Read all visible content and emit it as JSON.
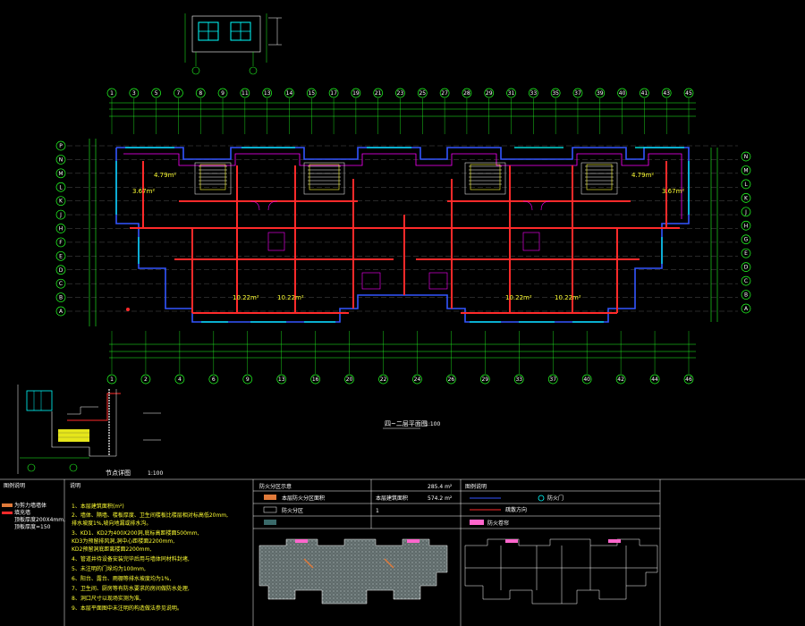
{
  "plan": {
    "title": "四~二层平面图",
    "scale": "1:100",
    "grid_top": [
      "1",
      "3",
      "5",
      "7",
      "8",
      "9",
      "11",
      "13",
      "14",
      "15",
      "17",
      "19",
      "21",
      "23",
      "25",
      "27",
      "28",
      "29",
      "31",
      "33",
      "35",
      "37",
      "39",
      "40",
      "41",
      "43",
      "45"
    ],
    "grid_bottom": [
      "1",
      "2",
      "4",
      "6",
      "9",
      "13",
      "16",
      "20",
      "22",
      "24",
      "26",
      "29",
      "33",
      "37",
      "40",
      "42",
      "44",
      "46"
    ],
    "grid_rows_left": [
      "P",
      "N",
      "M",
      "L",
      "K",
      "J",
      "H",
      "F",
      "E",
      "D",
      "C",
      "B",
      "A"
    ],
    "grid_rows_right": [
      "N",
      "M",
      "L",
      "K",
      "J",
      "H",
      "G",
      "E",
      "D",
      "C",
      "B",
      "A"
    ],
    "area_labels": [
      "4.79m²",
      "3.67m²",
      "4.79m²",
      "3.67m²",
      "10.22m²",
      "10.22m²",
      "10.22m²",
      "10.22m²"
    ]
  },
  "section": {
    "title": "节点详图",
    "scale": "1:100"
  },
  "notes": {
    "header": "说明",
    "left_header": "图例说明",
    "legend_left": [
      "为剪力墙墙体",
      "填充墙",
      "顶板厚度200X4mm,",
      "顶板厚度=150"
    ],
    "lines": [
      "1、本层建筑面积(m²)",
      "2、墙体、隔墙、楼板厚度、卫生间楼板比楼层相对标高低20mm,",
      "   排水坡度1%,坡向地漏或排水沟。",
      "3、KD1、KD2为400X200洞,底标高距楼面500mm,",
      "   KD3为预留排风洞,洞中心距楼面2200mm,",
      "   KD2预留洞底距离楼面2200mm,",
      "4、管道井待设备安装完毕后用与墙体同材料封堵,",
      "5、未注明的门垛均为100mm,",
      "6、阳台、露台、雨棚等排水坡度均为1%,",
      "7、卫生间、厨房等有防水要求的房间做防水处理,",
      "8、洞口尺寸以现场实测为准,",
      "9、本层平面图中未注明的构造做法参见说明。"
    ]
  },
  "table": {
    "col1_header": "防火分区示意",
    "rows": [
      {
        "label": "本层防火分区面积",
        "value": "285.4 m²"
      },
      {
        "label": "本层建筑面积",
        "value": "574.2 m²"
      },
      {
        "label": "防火分区",
        "value": "1"
      }
    ],
    "col2_header": "图例说明",
    "legend_right": [
      "防火门",
      "疏散方向",
      "防火卷帘"
    ]
  },
  "colors": {
    "wall_red": "#ff2a2a",
    "grid_green": "#22ff22",
    "cyan": "#00ffff",
    "magenta": "#ff00ff",
    "yellow": "#ffff33",
    "blue": "#3355ff"
  }
}
